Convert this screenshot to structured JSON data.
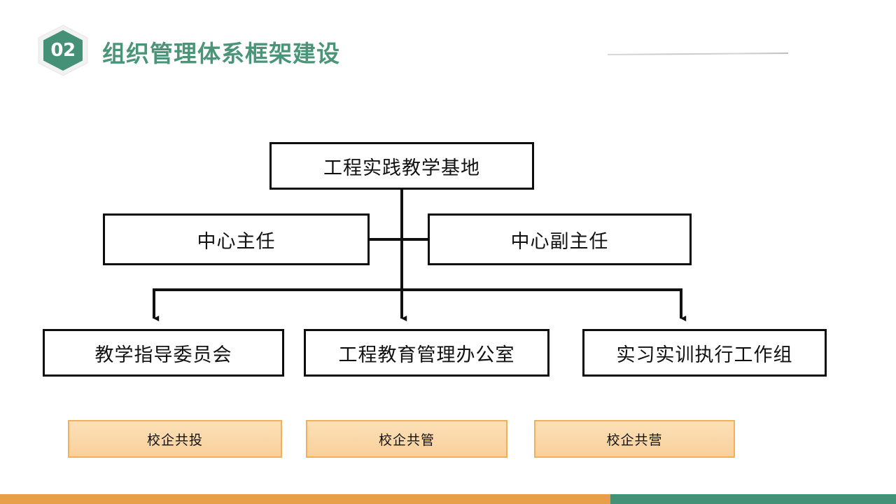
{
  "header": {
    "badge_number": "02",
    "badge_icon": "hexagon-badge",
    "title": "组织管理体系框架建设",
    "accent_color": "#4a9478",
    "badge_fill_color": "#459178",
    "rule_color": "#cfcfcf"
  },
  "org_chart": {
    "root": {
      "label": "工程实践教学基地"
    },
    "level2": [
      {
        "label": "中心主任"
      },
      {
        "label": "中心副主任"
      }
    ],
    "level3": [
      {
        "label": "教学指导委员会"
      },
      {
        "label": "工程教育管理办公室"
      },
      {
        "label": "实习实训执行工作组"
      }
    ],
    "chips": [
      {
        "label": "校企共投"
      },
      {
        "label": "校企共管"
      },
      {
        "label": "校企共营"
      }
    ],
    "node_border_color": "#0d0d0d",
    "node_fill_color": "#ffffff",
    "chip_border_color": "#f0b15c",
    "chip_fill_color": "#fbdfb4",
    "connector_color": "#111111"
  },
  "footer": {
    "left_bar_color": "#e79f49",
    "right_bar_color": "#459178"
  }
}
